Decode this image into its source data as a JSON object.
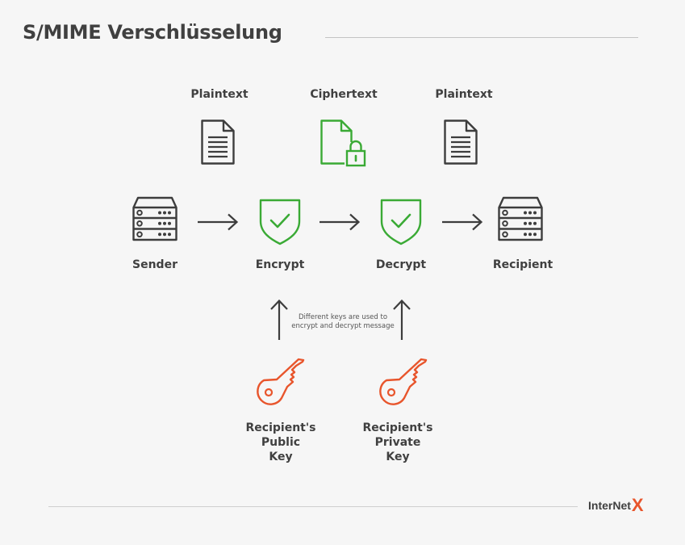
{
  "title": "S/MIME Verschlüsselung",
  "documents": [
    {
      "label": "Plaintext",
      "icon": "document-icon"
    },
    {
      "label": "Ciphertext",
      "icon": "locked-document-icon"
    },
    {
      "label": "Plaintext",
      "icon": "document-icon"
    }
  ],
  "flow": [
    {
      "label": "Sender",
      "icon": "server-icon"
    },
    {
      "label": "Encrypt",
      "icon": "shield-check-icon"
    },
    {
      "label": "Decrypt",
      "icon": "shield-check-icon"
    },
    {
      "label": "Recipient",
      "icon": "server-icon"
    }
  ],
  "note": "Different keys are used to\nencrypt and decrypt message",
  "keys": [
    {
      "label": "Recipient's\nPublic\nKey",
      "icon": "key-icon"
    },
    {
      "label": "Recipient's\nPrivate\nKey",
      "icon": "key-icon"
    }
  ],
  "brand": {
    "name": "InterNet",
    "mark": "X"
  },
  "colors": {
    "text": "#404040",
    "icon_dark": "#3d3d3d",
    "green": "#3aaa35",
    "orange": "#e8552c",
    "background": "#f6f6f6"
  }
}
